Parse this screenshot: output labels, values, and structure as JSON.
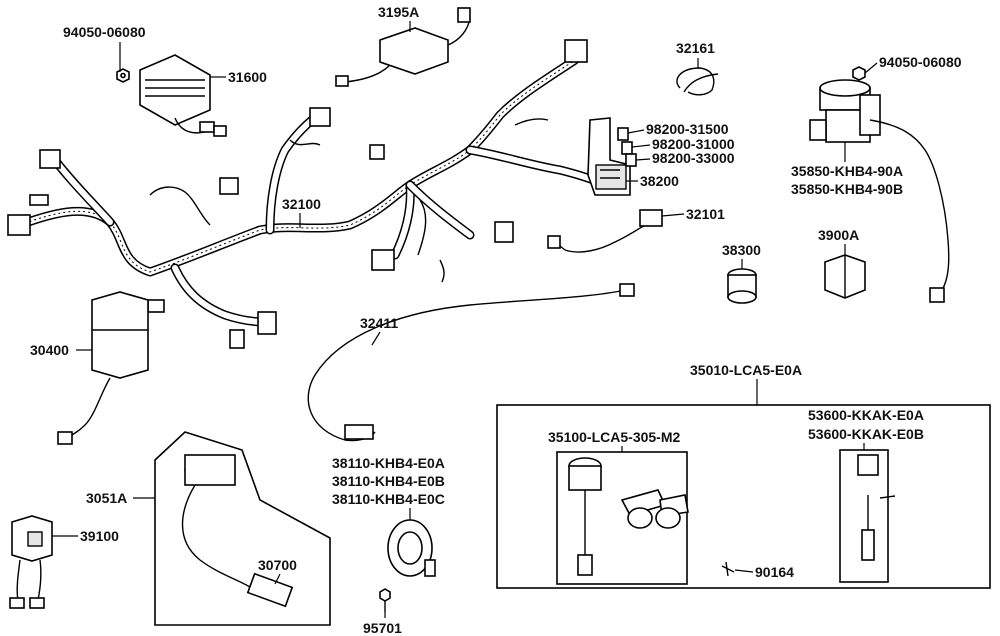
{
  "parts": {
    "p94050_top": "94050-06080",
    "p3195a": "3195A",
    "p32161": "32161",
    "p94050_right": "94050-06080",
    "p31600": "31600",
    "p98200_31500": "98200-31500",
    "p98200_31000": "98200-31000",
    "p98200_33000": "98200-33000",
    "p38200": "38200",
    "p35850_a": "35850-KHB4-90A",
    "p35850_b": "35850-KHB4-90B",
    "p32100": "32100",
    "p32101": "32101",
    "p38300": "38300",
    "p3900a": "3900A",
    "p30400": "30400",
    "p32411": "32411",
    "p35010": "35010-LCA5-E0A",
    "p53600_a": "53600-KKAK-E0A",
    "p53600_b": "53600-KKAK-E0B",
    "p35100": "35100-LCA5-305-M2",
    "p3051a": "3051A",
    "p38110_a": "38110-KHB4-E0A",
    "p38110_b": "38110-KHB4-E0B",
    "p38110_c": "38110-KHB4-E0C",
    "p39100": "39100",
    "p30700": "30700",
    "p90164": "90164",
    "p95701": "95701"
  }
}
